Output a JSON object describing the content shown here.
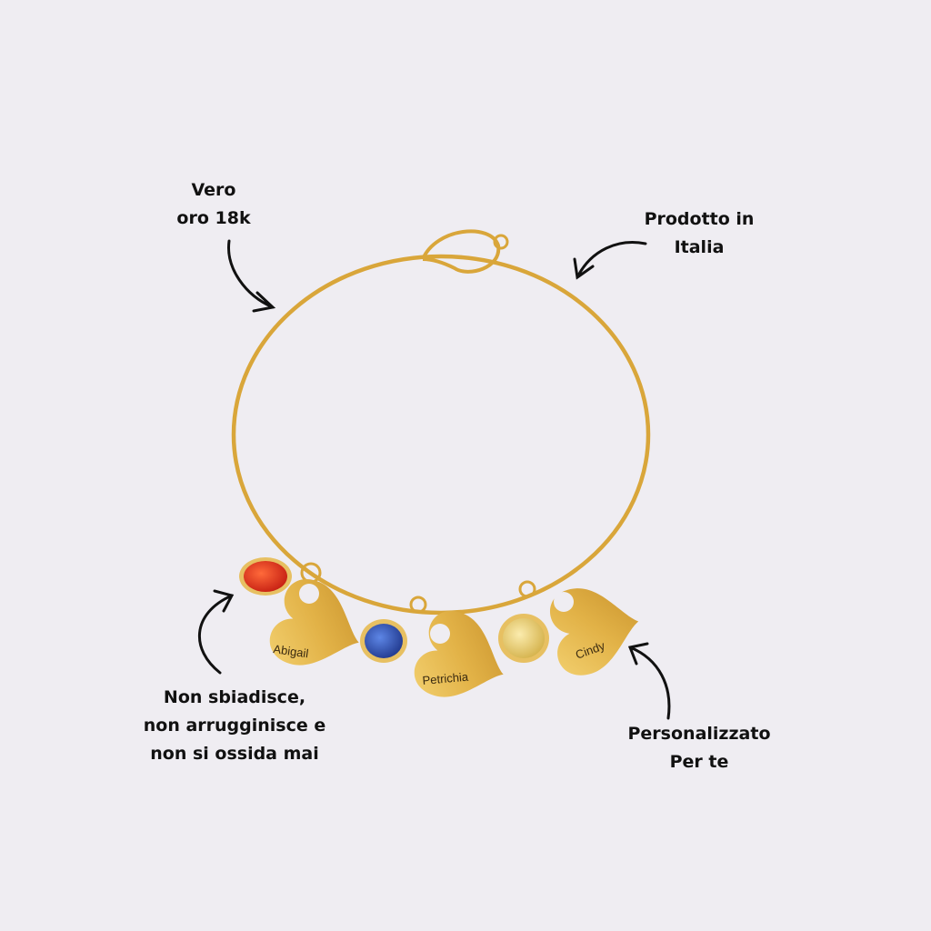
{
  "callouts": {
    "top_left": [
      "Vero",
      "oro 18k"
    ],
    "top_right": [
      "Prodotto in",
      "Italia"
    ],
    "bottom_left": [
      "Non sbiadisce,",
      "non arrugginisce e",
      "non si ossida mai"
    ],
    "bottom_right": [
      "Personalizzato",
      "Per te"
    ]
  },
  "charms": {
    "names": [
      "Abigail",
      "Petrichia",
      "Cindy"
    ],
    "stones": [
      "#e2331c",
      "#2f55b8",
      "#e8cf6a"
    ]
  },
  "colors": {
    "background": "#efedf2",
    "gold": "#d9a63a",
    "text": "#111111"
  }
}
